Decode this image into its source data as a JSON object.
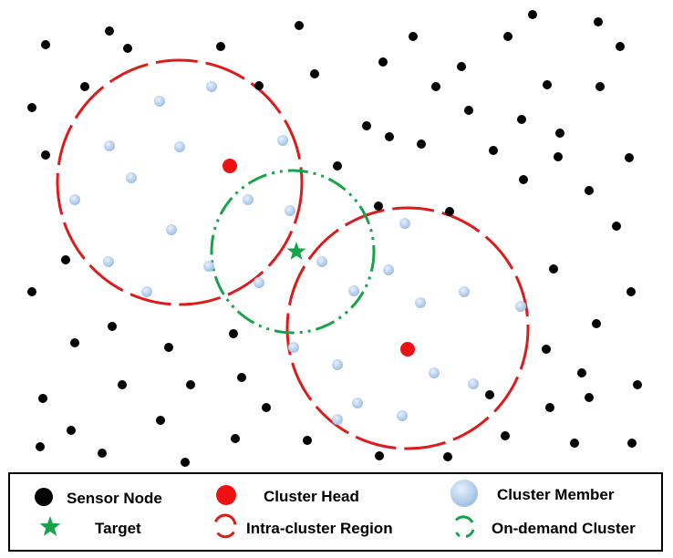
{
  "colors": {
    "sensor_node": "#000000",
    "cluster_head": "#ee1111",
    "cluster_member": "#a9c8ea",
    "target": "#16a34a",
    "intra_region": "#dd1b1b",
    "on_demand": "#16a34a",
    "legend_border": "#000000"
  },
  "legend": {
    "sensor_node": "Sensor Node",
    "cluster_head": "Cluster Head",
    "cluster_member": "Cluster Member",
    "target": "Target",
    "intra_region": "Intra-cluster Region",
    "on_demand": "On-demand Cluster"
  }
}
